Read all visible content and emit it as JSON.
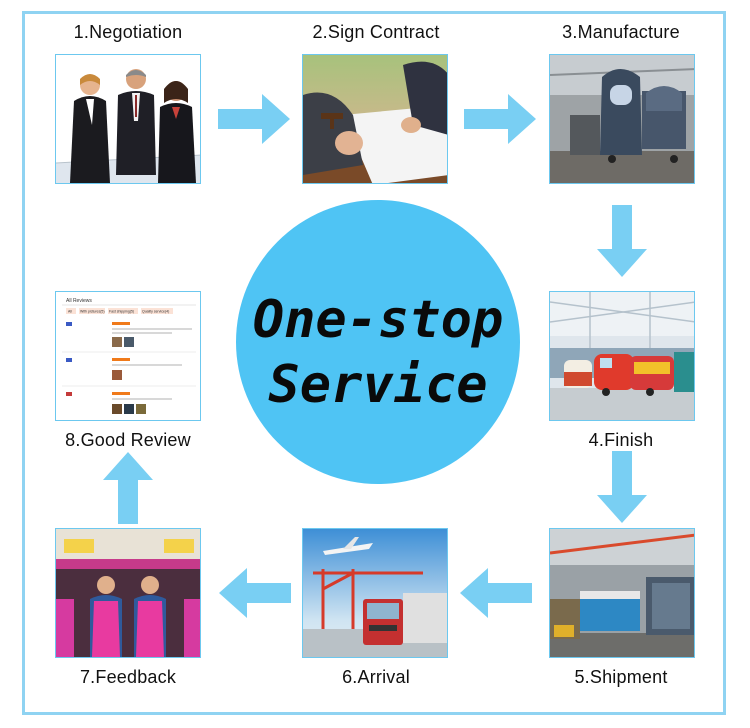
{
  "center": {
    "line1": "One-stop",
    "line2": "Service"
  },
  "steps": [
    {
      "label": "1.Negotiation"
    },
    {
      "label": "2.Sign Contract"
    },
    {
      "label": "3.Manufacture"
    },
    {
      "label": "4.Finish"
    },
    {
      "label": "5.Shipment"
    },
    {
      "label": "6.Arrival"
    },
    {
      "label": "7.Feedback"
    },
    {
      "label": "8.Good Review"
    }
  ],
  "review_card": {
    "header": "All Reviews",
    "filters": [
      "All",
      "With pictures(5)",
      "Fast shipping(5)",
      "Quality service(4)"
    ]
  },
  "colors": {
    "frame": "#8fd3f2",
    "arrow": "#79cff3",
    "circle": "#4fc4f4"
  }
}
